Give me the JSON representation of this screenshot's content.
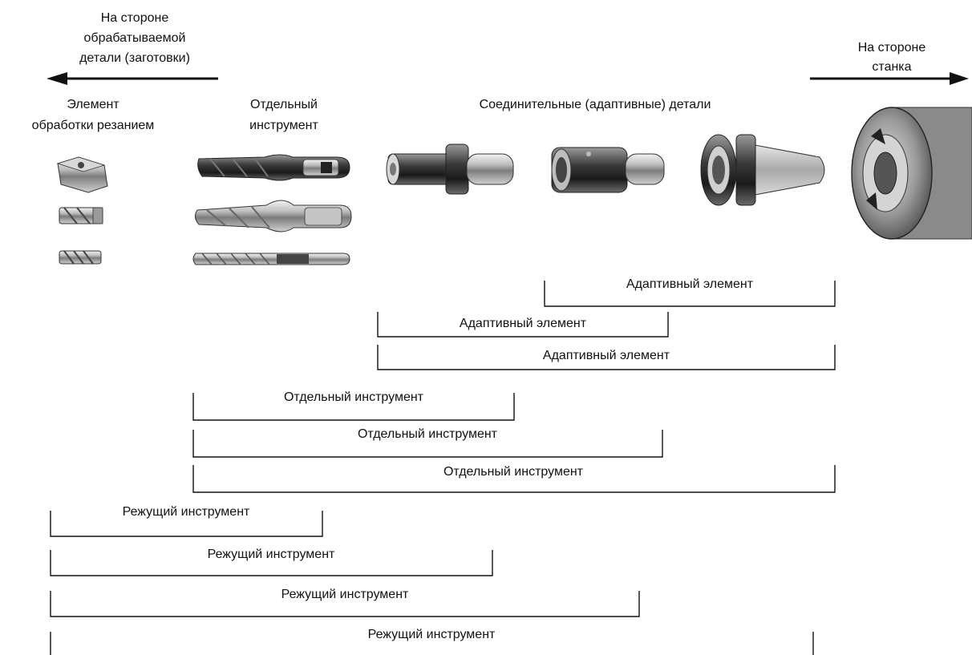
{
  "workpiece_side": {
    "lines": [
      "На стороне",
      "обрабатываемой",
      "детали (заготовки)"
    ]
  },
  "machine_side": {
    "lines": [
      "На стороне",
      "станка"
    ]
  },
  "column_headers": {
    "cutting_element": [
      "Элемент",
      "обработки резанием"
    ],
    "separate_tool": [
      "Отдельный",
      "инструмент"
    ],
    "connecting_parts": "Соединительные (адаптивные) детали"
  },
  "icons": {
    "cutting_elements": [
      "insert-icon",
      "drill-tip-icon",
      "small-drill-icon"
    ],
    "separate_tools": [
      "indexable-drill-icon",
      "brazed-drill-icon",
      "twist-drill-icon"
    ],
    "adaptive_parts": [
      "collet-adapter-icon",
      "sleeve-adapter-icon",
      "taper-shank-holder-icon",
      "spindle-icon"
    ]
  },
  "brackets": {
    "adaptive": [
      "Адаптивный элемент",
      "Адаптивный элемент",
      "Адаптивный элемент"
    ],
    "separate_tool": [
      "Отдельный инструмент",
      "Отдельный инструмент",
      "Отдельный инструмент"
    ],
    "cutting_tool": [
      "Режущий инструмент",
      "Режущий инструмент",
      "Режущий инструмент",
      "Режущий инструмент"
    ]
  }
}
